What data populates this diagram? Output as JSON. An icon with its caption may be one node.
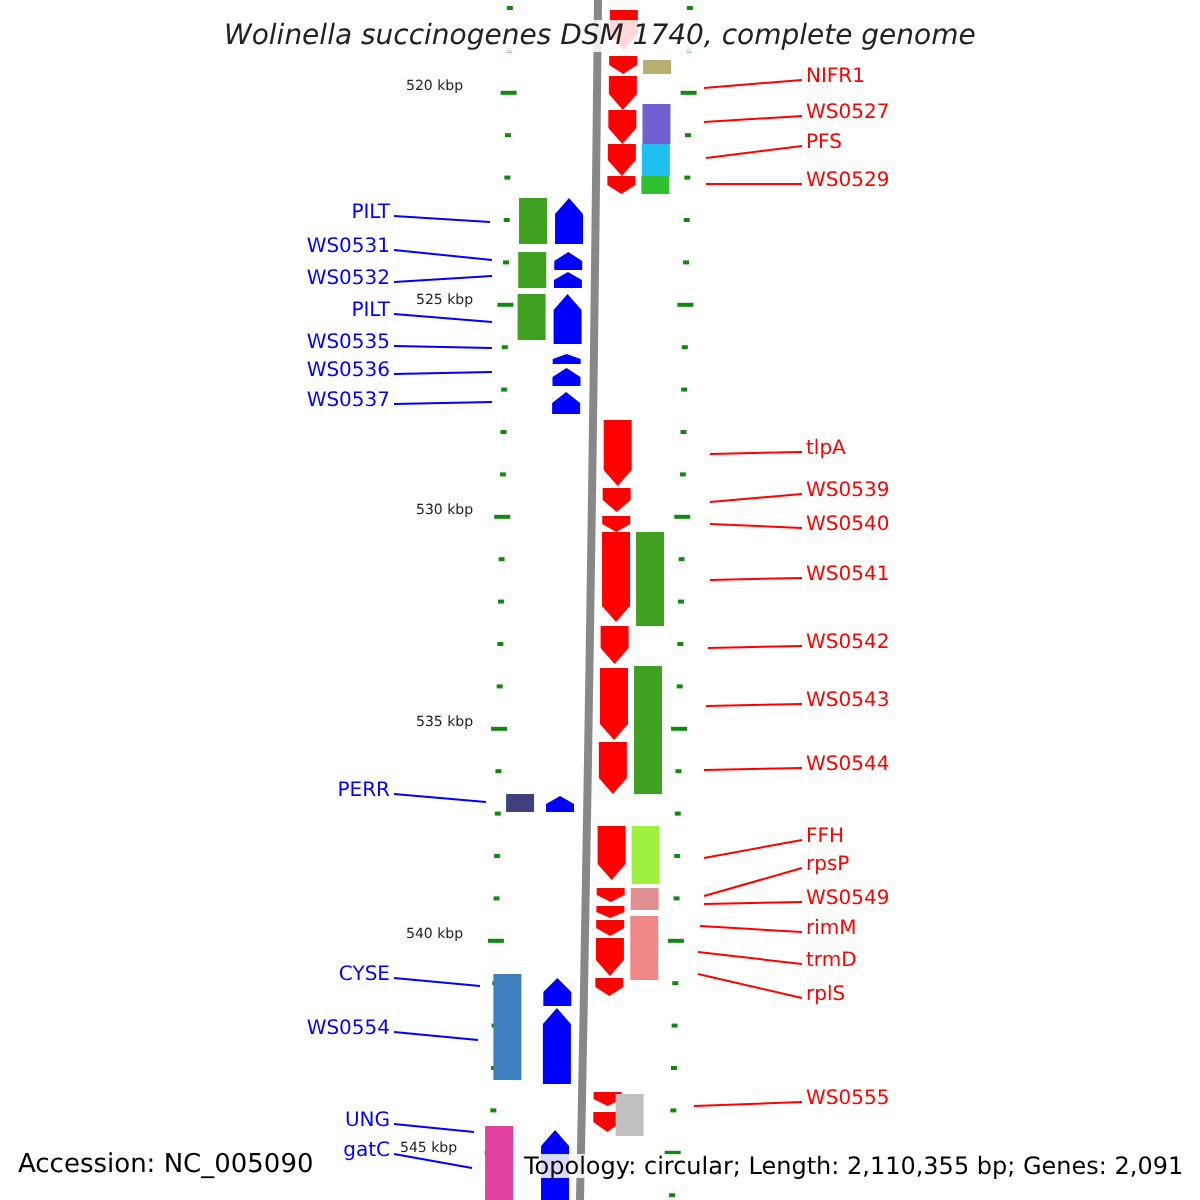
{
  "diagram": {
    "title": "Wolinella succinogenes DSM 1740, complete genome",
    "nodes": [
      {
        "text": [
          "NIFR1"
        ]
      },
      {
        "text": [
          "WS0527"
        ]
      },
      {
        "text": [
          "PFS"
        ]
      },
      {
        "text": [
          "WS0529"
        ]
      },
      {
        "text": [
          "PILT"
        ]
      },
      {
        "text": [
          "WS0531"
        ]
      },
      {
        "text": [
          "WS0532"
        ]
      },
      {
        "text": [
          "PILT"
        ]
      },
      {
        "text": [
          "WS0535"
        ]
      },
      {
        "text": [
          "WS0536"
        ]
      },
      {
        "text": [
          "WS0537"
        ]
      },
      {
        "text": [
          "tlpA"
        ]
      },
      {
        "text": [
          "WS0539"
        ]
      },
      {
        "text": [
          "WS0540"
        ]
      },
      {
        "text": [
          "WS0541"
        ]
      },
      {
        "text": [
          "WS0542"
        ]
      },
      {
        "text": [
          "WS0543"
        ]
      },
      {
        "text": [
          "WS0544"
        ]
      },
      {
        "text": [
          "PERR"
        ]
      },
      {
        "text": [
          "FFH"
        ]
      },
      {
        "text": [
          "rpsP"
        ]
      },
      {
        "text": [
          "WS0549"
        ]
      },
      {
        "text": [
          "rimM"
        ]
      },
      {
        "text": [
          "trmD"
        ]
      },
      {
        "text": [
          "rplS"
        ]
      },
      {
        "text": [
          "CYSE"
        ]
      },
      {
        "text": [
          "WS0554"
        ]
      },
      {
        "text": [
          "WS0555"
        ]
      },
      {
        "text": [
          "UNG"
        ]
      },
      {
        "text": [
          "gatC"
        ]
      }
    ],
    "edges": [
      {
        "from": 0,
        "to": null,
        "arrow": "none"
      },
      {
        "from": 1,
        "to": null,
        "arrow": "none"
      },
      {
        "from": 2,
        "to": null,
        "arrow": "none"
      },
      {
        "from": 3,
        "to": null,
        "arrow": "none"
      },
      {
        "from": 4,
        "to": null,
        "arrow": "none",
        "color": "#0000ff"
      },
      {
        "from": 5,
        "to": null,
        "arrow": "none",
        "color": "#0000ff"
      },
      {
        "from": 6,
        "to": null,
        "arrow": "none",
        "color": "#0000ff"
      },
      {
        "from": 7,
        "to": null,
        "arrow": "none",
        "color": "#0000ff"
      },
      {
        "from": 8,
        "to": null,
        "arrow": "none",
        "color": "#0000ff"
      },
      {
        "from": 9,
        "to": null,
        "arrow": "none",
        "color": "#0000ff"
      },
      {
        "from": 10,
        "to": null,
        "arrow": "none",
        "color": "#0000ff"
      },
      {
        "from": 11,
        "to": null,
        "arrow": "none"
      },
      {
        "from": 12,
        "to": null,
        "arrow": "none"
      },
      {
        "from": 13,
        "to": null,
        "arrow": "none"
      },
      {
        "from": 14,
        "to": null,
        "arrow": "none"
      },
      {
        "from": 15,
        "to": null,
        "arrow": "none"
      },
      {
        "from": 16,
        "to": null,
        "arrow": "none"
      },
      {
        "from": 17,
        "to": null,
        "arrow": "none"
      },
      {
        "from": 18,
        "to": null,
        "arrow": "none",
        "color": "#0000ff"
      },
      {
        "from": 19,
        "to": null,
        "arrow": "none"
      },
      {
        "from": 20,
        "to": null,
        "arrow": "none"
      },
      {
        "from": 21,
        "to": null,
        "arrow": "none"
      },
      {
        "from": 22,
        "to": null,
        "arrow": "none"
      },
      {
        "from": 23,
        "to": null,
        "arrow": "none"
      },
      {
        "from": 24,
        "to": null,
        "arrow": "none"
      },
      {
        "from": 25,
        "to": null,
        "arrow": "none",
        "color": "#0000ff"
      },
      {
        "from": 26,
        "to": null,
        "arrow": "none",
        "color": "#0000ff"
      },
      {
        "from": 27,
        "to": null,
        "arrow": "none"
      },
      {
        "from": 28,
        "to": null,
        "arrow": "none",
        "color": "#0000ff"
      },
      {
        "from": 29,
        "to": null,
        "arrow": "none",
        "color": "#0000ff"
      }
    ],
    "labels": [
      "520 kbp",
      "525 kbp",
      "530 kbp",
      "535 kbp",
      "540 kbp",
      "545 kbp",
      "Accession: NC_005090",
      "Topology: circular; Length: 2,110,355 bp; Genes: 2,091"
    ]
  }
}
